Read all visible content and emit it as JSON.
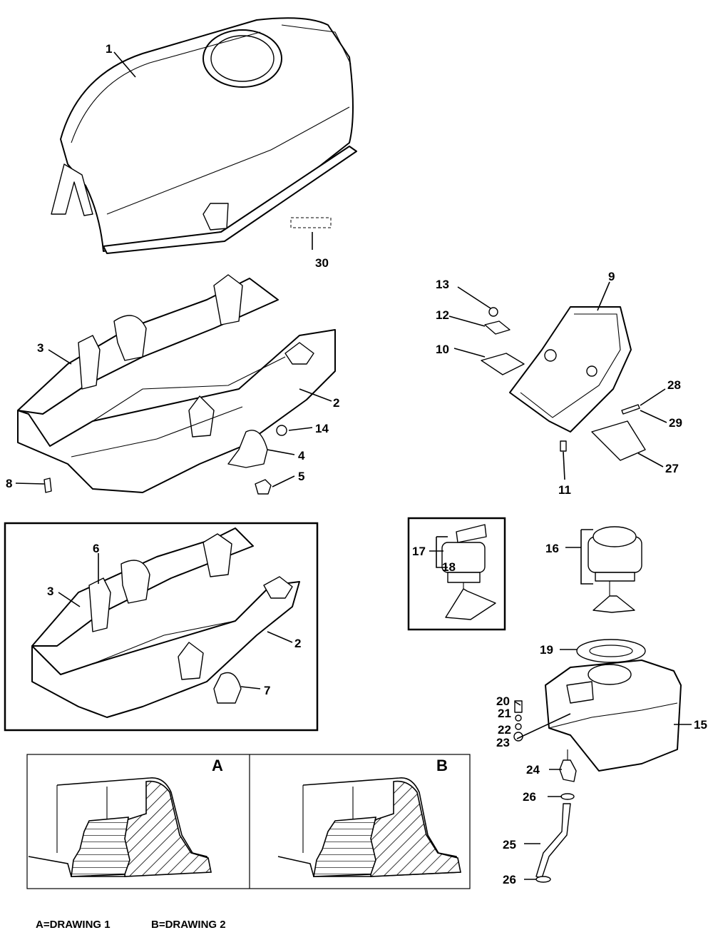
{
  "callouts": {
    "c1": "1",
    "c2a": "2",
    "c2b": "2",
    "c3a": "3",
    "c3b": "3",
    "c4": "4",
    "c5": "5",
    "c6": "6",
    "c7": "7",
    "c8": "8",
    "c9": "9",
    "c10": "10",
    "c11": "11",
    "c12": "12",
    "c13": "13",
    "c14": "14",
    "c15": "15",
    "c16": "16",
    "c17": "17",
    "c18": "18",
    "c19": "19",
    "c20": "20",
    "c21": "21",
    "c22": "22",
    "c23": "23",
    "c24": "24",
    "c25": "25",
    "c26a": "26",
    "c26b": "26",
    "c27": "27",
    "c28": "28",
    "c29": "29",
    "c30": "30"
  },
  "panels": {
    "a_label": "A",
    "b_label": "B"
  },
  "legend": {
    "a_text": "A=DRAWING 1",
    "b_text": "B=DRAWING 2"
  }
}
